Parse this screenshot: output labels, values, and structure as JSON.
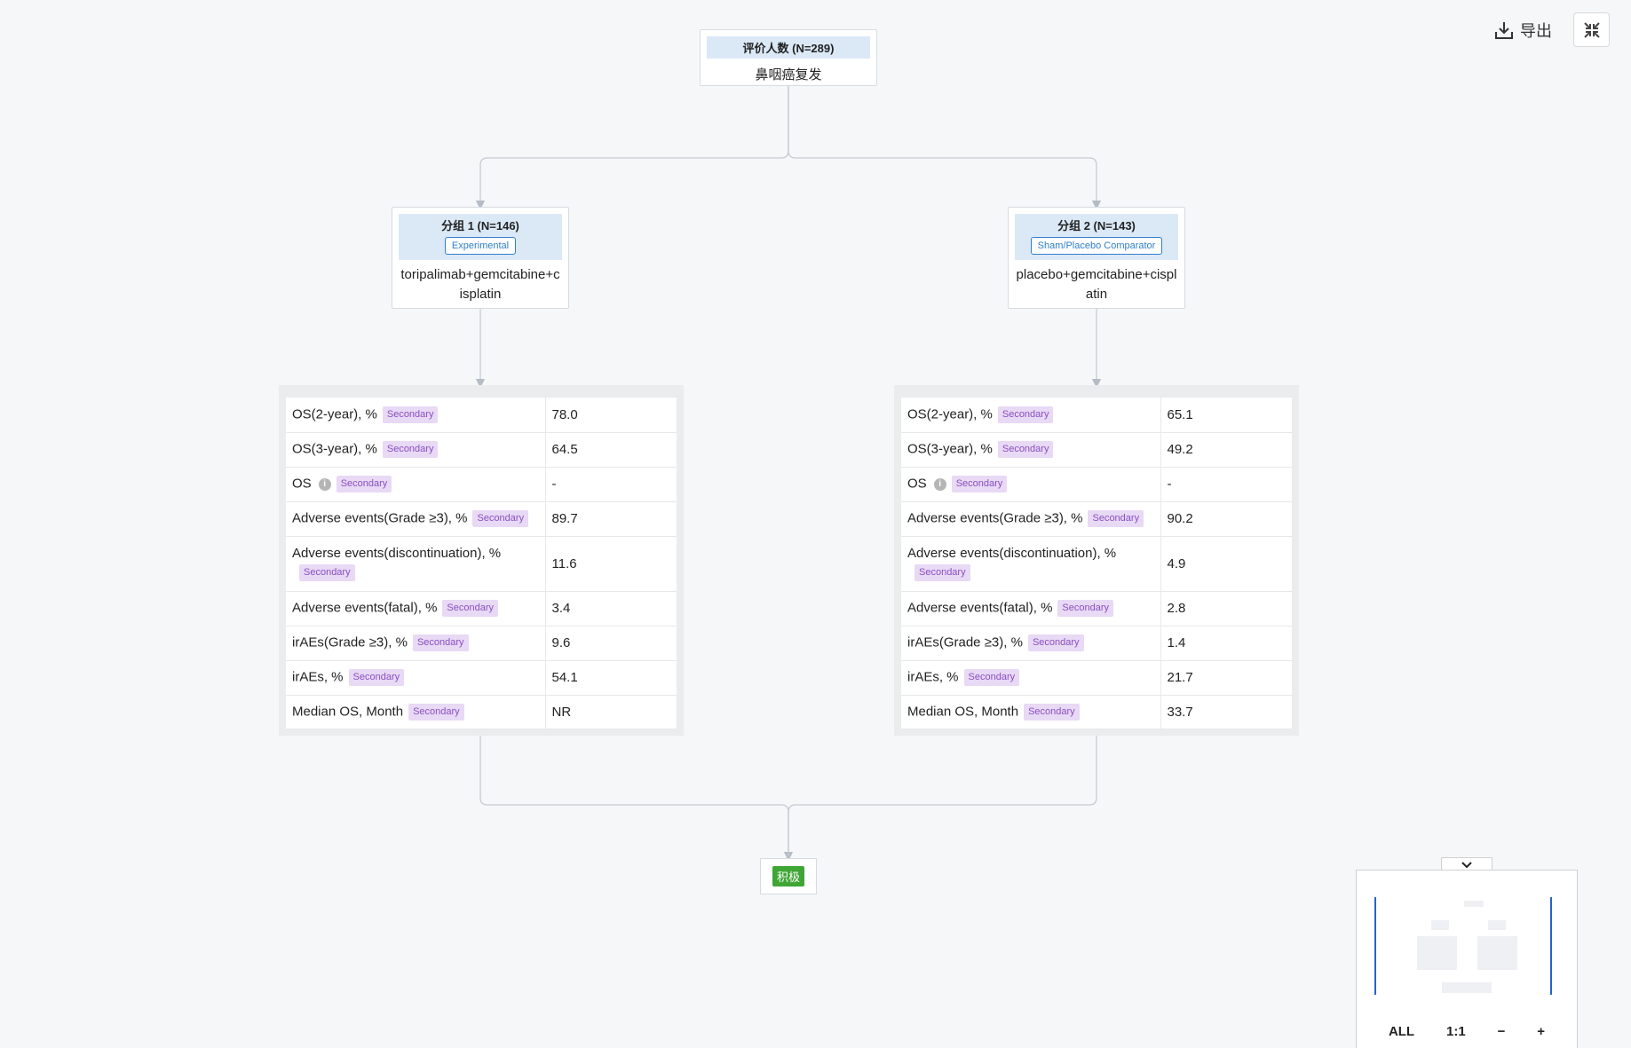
{
  "toolbar": {
    "export_label": "导出",
    "export_icon": "download-icon",
    "collapse_icon": "compress-icon"
  },
  "root": {
    "header": "评价人数 (N=289)",
    "body": "鼻咽癌复发"
  },
  "arms": [
    {
      "header": "分组 1 (N=146)",
      "tag": "Experimental",
      "body": "toripalimab+gemcitabine+cisplatin",
      "rows": [
        {
          "label": "OS(2-year), %",
          "badge": "Secondary",
          "value": "78.0"
        },
        {
          "label": "OS(3-year), %",
          "badge": "Secondary",
          "value": "64.5"
        },
        {
          "label": "OS",
          "badge": "Secondary",
          "value": "-",
          "info": true
        },
        {
          "label": "Adverse events(Grade ≥3), %",
          "badge": "Secondary",
          "value": "89.7"
        },
        {
          "label": "Adverse events(discontinuation), %",
          "badge": "Secondary",
          "value": "11.6"
        },
        {
          "label": "Adverse events(fatal), %",
          "badge": "Secondary",
          "value": "3.4"
        },
        {
          "label": "irAEs(Grade ≥3), %",
          "badge": "Secondary",
          "value": "9.6"
        },
        {
          "label": "irAEs, %",
          "badge": "Secondary",
          "value": "54.1"
        },
        {
          "label": "Median OS, Month",
          "badge": "Secondary",
          "value": "NR"
        }
      ]
    },
    {
      "header": "分组 2 (N=143)",
      "tag": "Sham/Placebo Comparator",
      "body": "placebo+gemcitabine+cisplatin",
      "rows": [
        {
          "label": "OS(2-year), %",
          "badge": "Secondary",
          "value": "65.1"
        },
        {
          "label": "OS(3-year), %",
          "badge": "Secondary",
          "value": "49.2"
        },
        {
          "label": "OS",
          "badge": "Secondary",
          "value": "-",
          "info": true
        },
        {
          "label": "Adverse events(Grade ≥3), %",
          "badge": "Secondary",
          "value": "90.2"
        },
        {
          "label": "Adverse events(discontinuation), %",
          "badge": "Secondary",
          "value": "4.9"
        },
        {
          "label": "Adverse events(fatal), %",
          "badge": "Secondary",
          "value": "2.8"
        },
        {
          "label": "irAEs(Grade ≥3), %",
          "badge": "Secondary",
          "value": "1.4"
        },
        {
          "label": "irAEs, %",
          "badge": "Secondary",
          "value": "21.7"
        },
        {
          "label": "Median OS, Month",
          "badge": "Secondary",
          "value": "33.7"
        }
      ]
    }
  ],
  "result": {
    "label": "积极",
    "color": "#3fa535"
  },
  "minimap": {
    "all_label": "ALL",
    "reset_label": "1:1",
    "zoom_out_label": "−",
    "zoom_in_label": "+"
  }
}
